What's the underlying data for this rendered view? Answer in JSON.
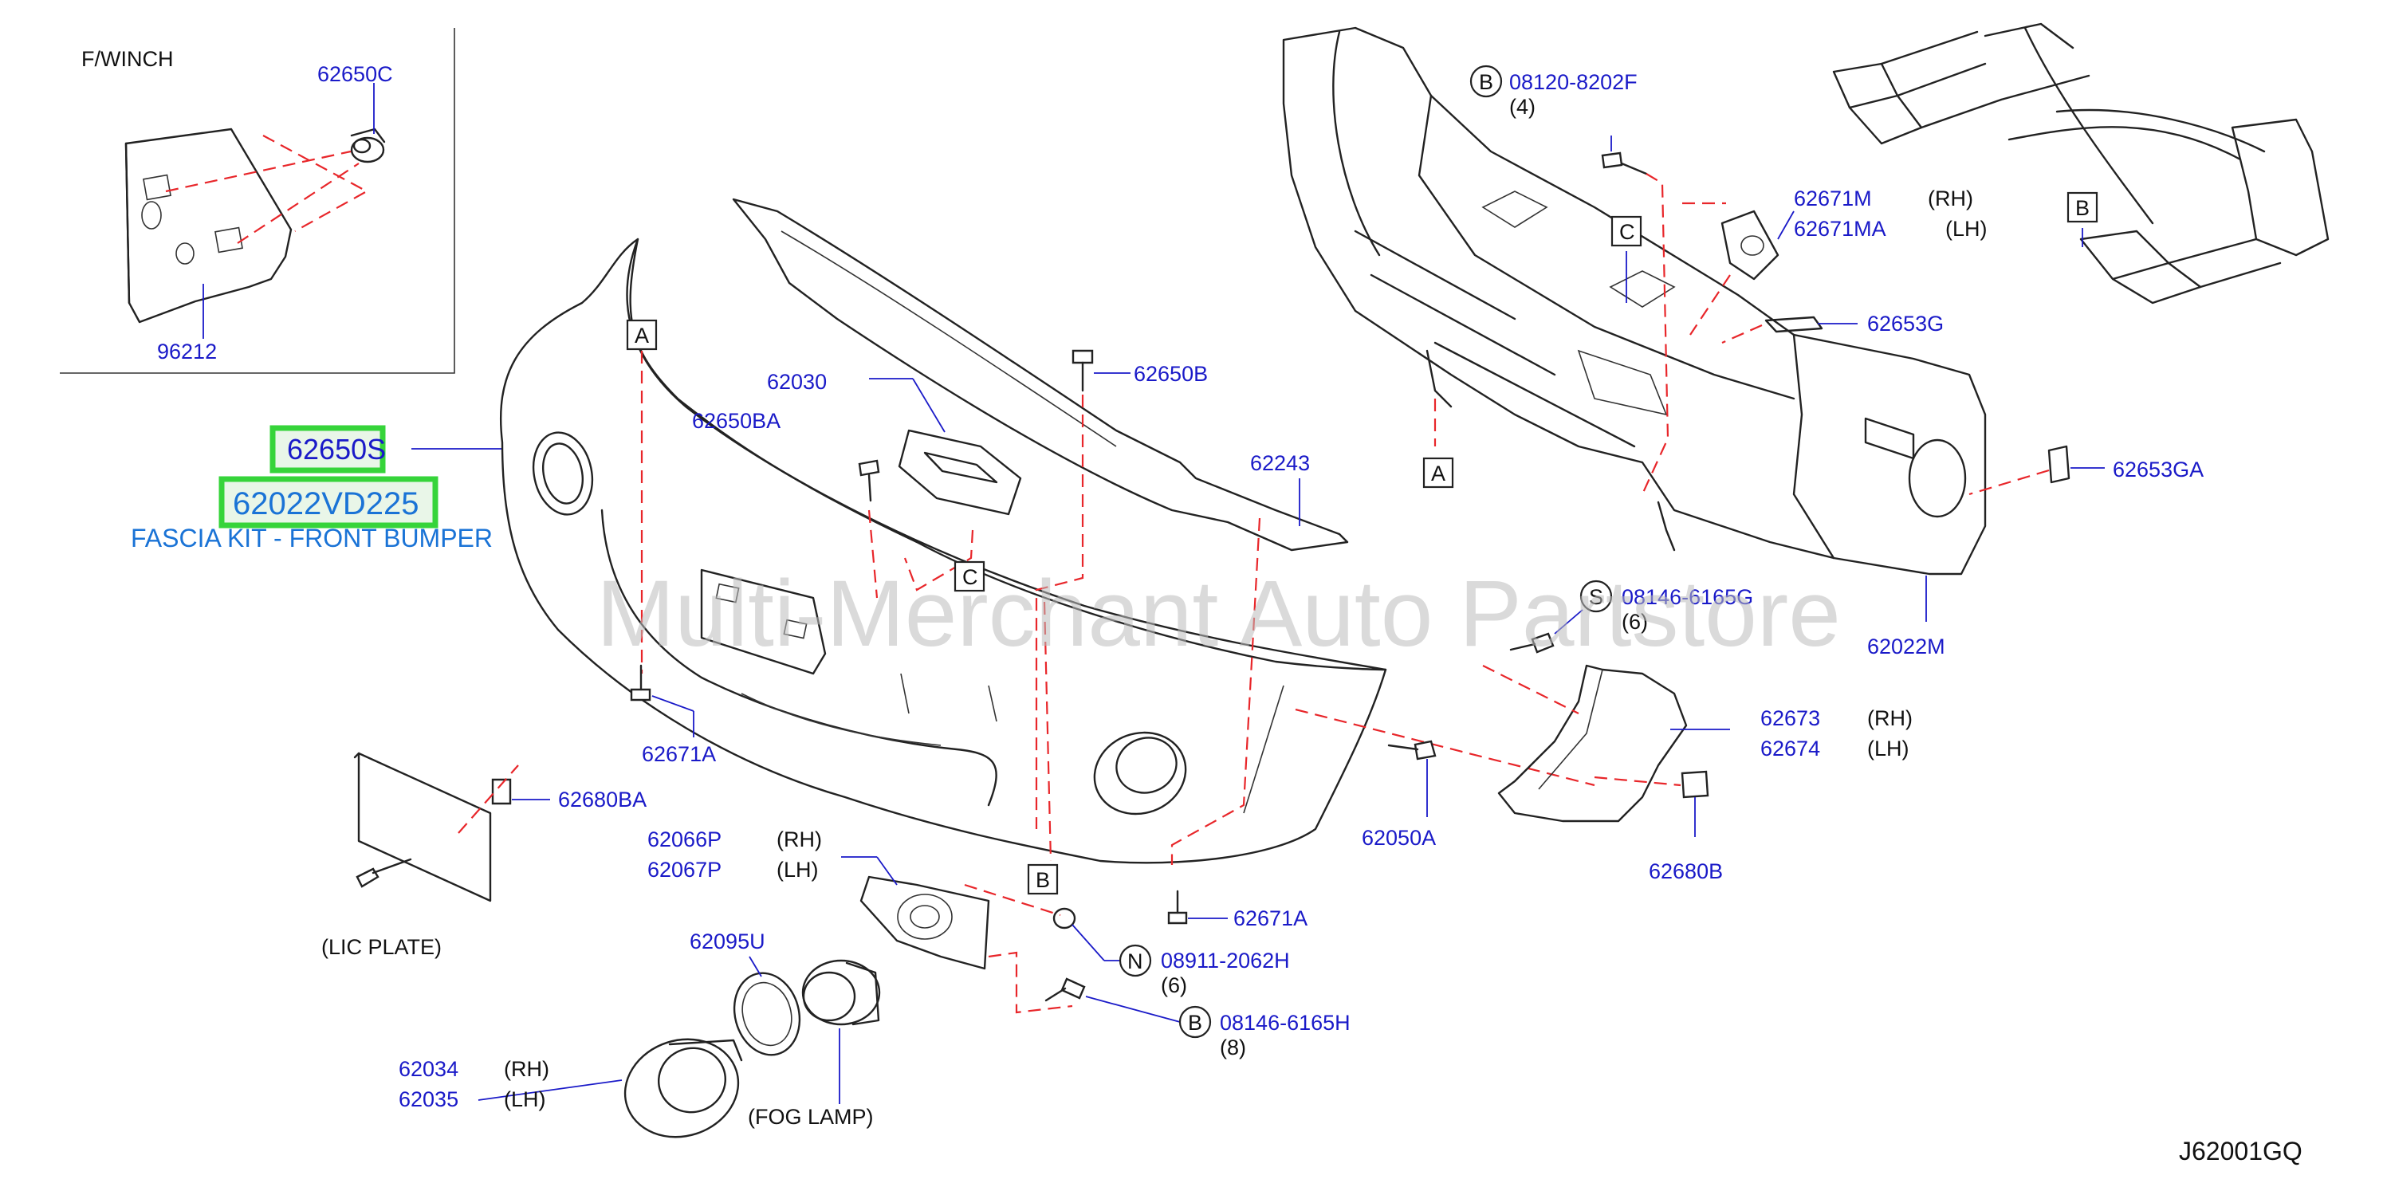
{
  "inset": {
    "title": "F/WINCH"
  },
  "parts": {
    "p62650C": "62650C",
    "p96212": "96212",
    "p62650S": "62650S",
    "p62022VD225": "62022VD225",
    "kit_name": "FASCIA KIT - FRONT BUMPER",
    "p62030": "62030",
    "p62650BA": "62650BA",
    "p62650B": "62650B",
    "p62243": "62243",
    "p62671A_left": "62671A",
    "p62680BA": "62680BA",
    "lic_plate": "(LIC   PLATE)",
    "p62066P": "62066P",
    "p62067P": "62067P",
    "p62095U": "62095U",
    "p62034": "62034",
    "p62035": "62035",
    "fog_lamp": "(FOG   LAMP)",
    "p62671A_bottom": "62671A",
    "p08911": "08911-2062H",
    "p08911_qty": "(6)",
    "p08146_B": "08146-6165H",
    "p08146_B_qty": "(8)",
    "p08120": "08120-8202F",
    "p08120_qty": "(4)",
    "p62671M": "62671M",
    "p62671MA": "62671MA",
    "p62653G": "62653G",
    "p62653GA": "62653GA",
    "p62022M": "62022M",
    "p08146_S": "08146-6165G",
    "p08146_S_qty": "(6)",
    "p62050A": "62050A",
    "p62673": "62673",
    "p62674": "62674",
    "p62680B": "62680B"
  },
  "side": {
    "rh": "(RH)",
    "lh": "(LH)"
  },
  "refs": {
    "A": "A",
    "B": "B",
    "C": "C",
    "N": "N",
    "S": "S"
  },
  "watermark": "Multi-Merchant Auto Partstore",
  "diagram_code": "J62001GQ",
  "colors": {
    "part_number": "#1a1ac8",
    "kit_text": "#1a73d6",
    "highlight": "#36d43a",
    "dash_line": "#e8262a"
  }
}
